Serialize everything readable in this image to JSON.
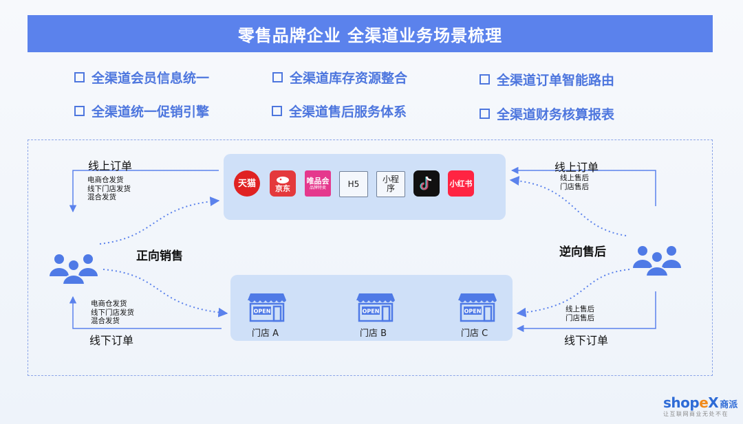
{
  "title": "零售品牌企业 全渠道业务场景梳理",
  "features": [
    "全渠道会员信息统一",
    "全渠道库存资源整合",
    "全渠道订单智能路由",
    "全渠道统一促销引擎",
    "全渠道售后服务体系",
    "全渠道财务核算报表"
  ],
  "platforms": {
    "tmall": "天猫",
    "jd": "京东",
    "vip": "唯品会",
    "vip_sub": "品牌特卖",
    "h5": "H5",
    "miniprogram": "小程\n序",
    "redbook": "小红书"
  },
  "stores": [
    "门店 A",
    "门店  B",
    "门店 C"
  ],
  "store_sign": "OPEN",
  "flows": {
    "online_order_left": "线上订单",
    "online_order_left_items": [
      "电商仓发货",
      "线下门店发货",
      "混合发货"
    ],
    "offline_order_left": "线下订单",
    "offline_order_left_items": [
      "电商仓发货",
      "线下门店发货",
      "混合发货"
    ],
    "forward_sales": "正向销售",
    "online_order_right": "线上订单",
    "online_order_right_items": [
      "线上售后",
      "门店售后"
    ],
    "reverse_aftersales": "逆向售后",
    "offline_order_right": "线下订单",
    "offline_order_right_items": [
      "线上售后",
      "门店售后"
    ]
  },
  "logo": {
    "brand_pre": "shop",
    "brand_x": "e",
    "brand_post": "X",
    "cn": "商派",
    "slogan": "让互联网商业无处不在"
  },
  "colors": {
    "accent": "#5b82ec",
    "feature_text": "#4d76de",
    "panel": "#cfe0f8",
    "arrow": "#5b82ec"
  }
}
